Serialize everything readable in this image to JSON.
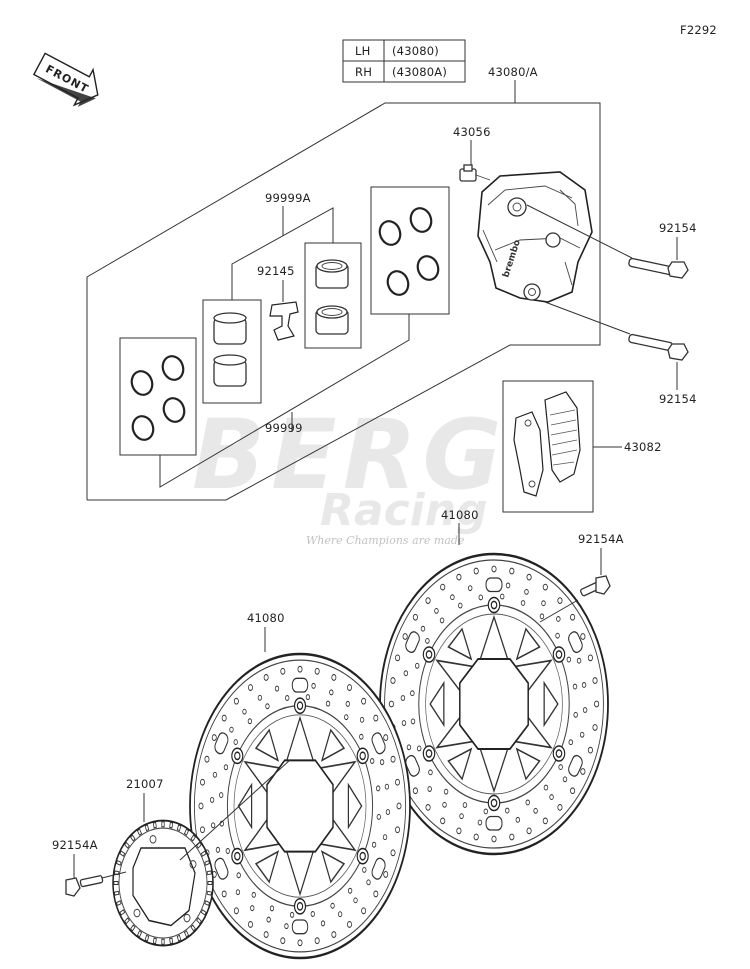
{
  "figure_code": "F2292",
  "front_label": "FRONT",
  "variant_table": {
    "rows": [
      {
        "side": "LH",
        "code": "(43080)"
      },
      {
        "side": "RH",
        "code": "(43080A)"
      }
    ]
  },
  "labels": {
    "caliper_assy": "43080/A",
    "bleeder": "43056",
    "bolt_upper": "92154",
    "bolt_lower": "92154",
    "piston_kit_a": "99999A",
    "spring": "92145",
    "seal_kit": "99999",
    "pad_set": "43082",
    "disc_right": "41080",
    "disc_left": "41080",
    "disc_bolt_right": "92154A",
    "sensor_rotor": "21007",
    "disc_bolt_left": "92154A"
  },
  "watermark": {
    "line1": "BERG",
    "line2": "Racing",
    "tagline": "Where Champions are made"
  }
}
